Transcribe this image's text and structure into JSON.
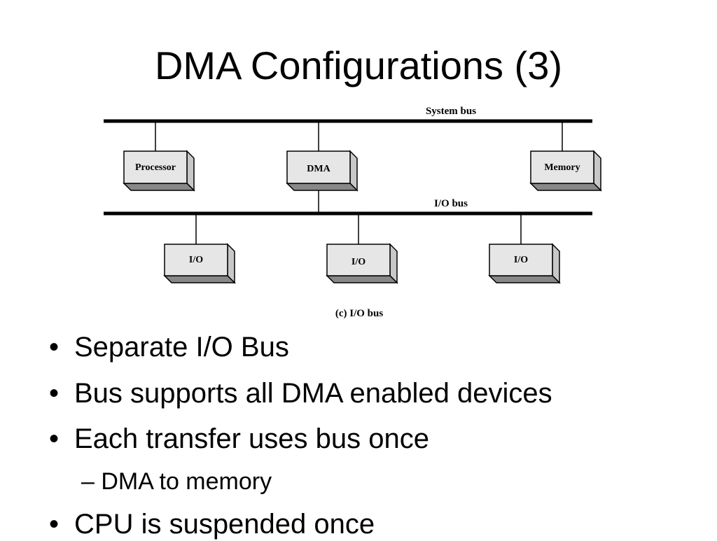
{
  "slide": {
    "title": "DMA Configurations (3)"
  },
  "diagram": {
    "system_bus_label": "System bus",
    "io_bus_label": "I/O bus",
    "caption": "(c) I/O bus",
    "processor_label": "Processor",
    "dma_label": "DMA",
    "memory_label": "Memory",
    "io_labels": [
      "I/O",
      "I/O",
      "I/O"
    ]
  },
  "bullets": {
    "b1": "Separate I/O Bus",
    "b2": "Bus supports all DMA enabled devices",
    "b3": "Each transfer uses bus once",
    "b3_sub": "DMA to memory",
    "b4": "CPU is suspended once",
    "bullet_mark": "•",
    "sub_mark": "–"
  }
}
